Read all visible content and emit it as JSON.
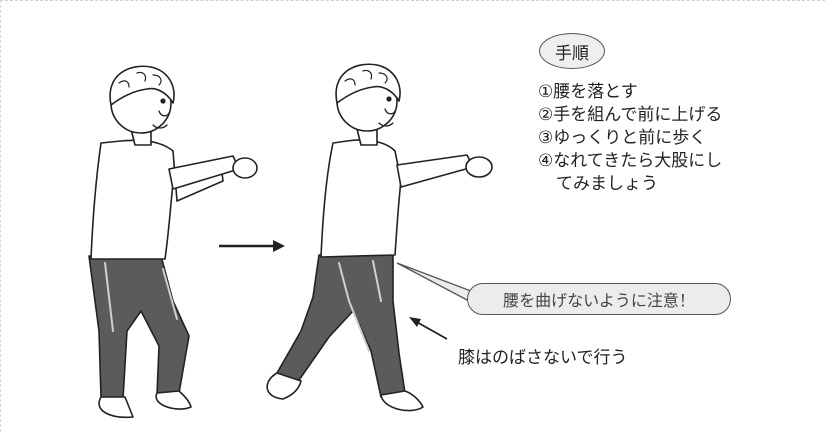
{
  "steps_heading": "手順",
  "steps": [
    "①腰を落とす",
    "②手を組んで前に上げる",
    "③ゆっくりと前に歩く",
    "④なれてきたら大股にし",
    "てみましょう"
  ],
  "warning_callout": "腰を曲げないように注意！",
  "knee_note": "膝はのばさないで行う",
  "colors": {
    "pants": "#5b5b5b",
    "shirt": "#ffffff",
    "outline": "#222222",
    "bubble_fill": "#ececec"
  }
}
